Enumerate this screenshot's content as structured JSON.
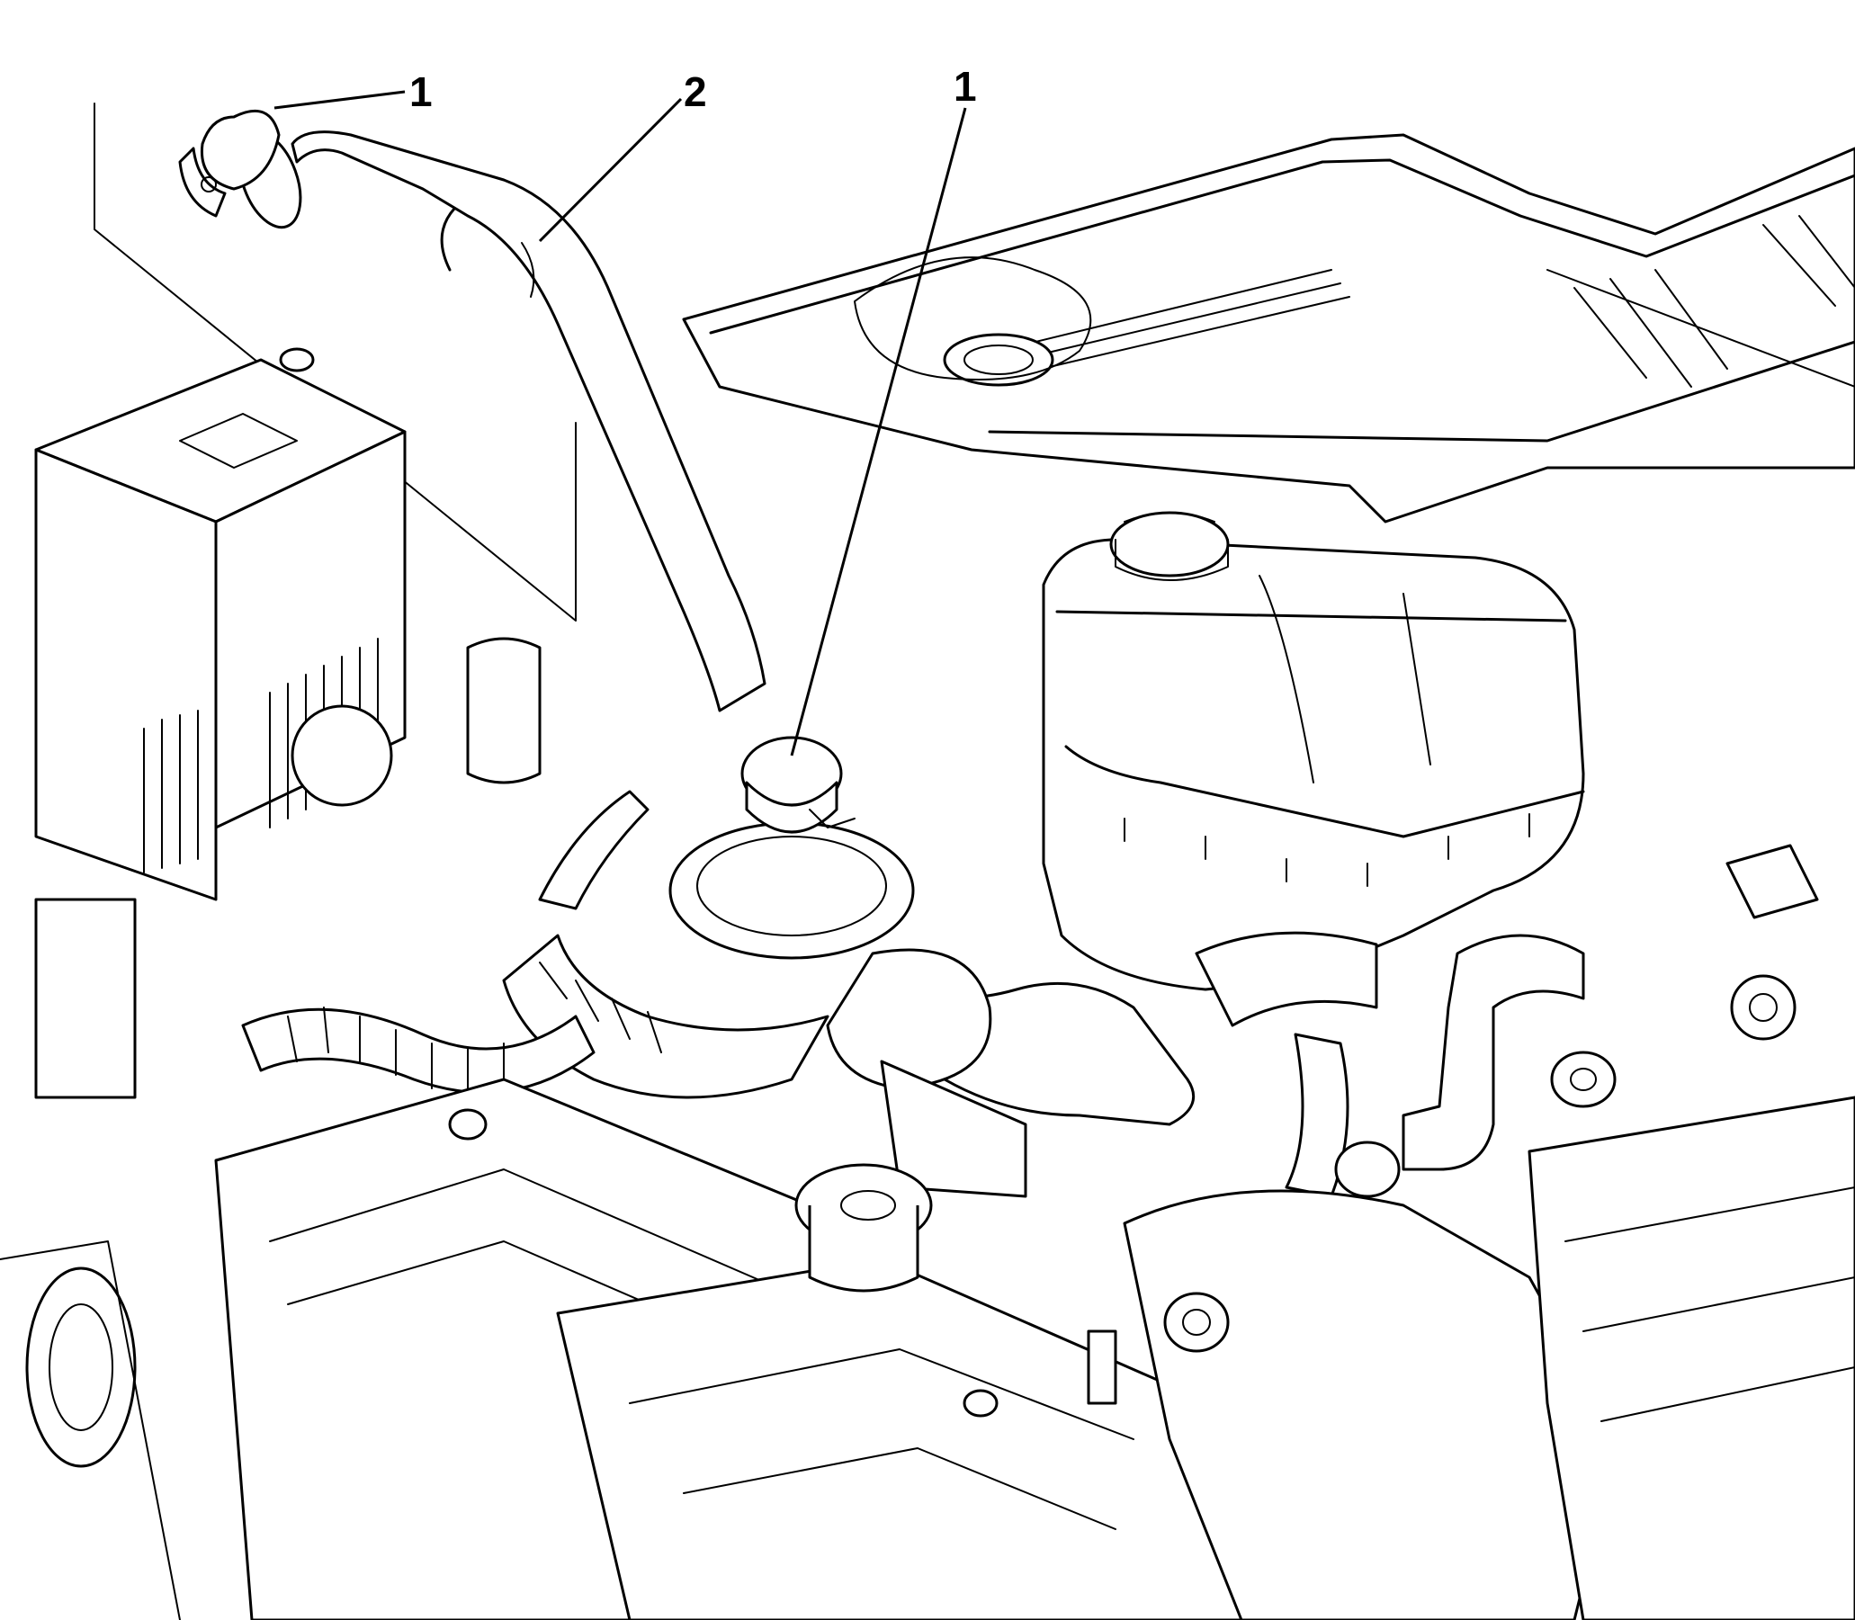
{
  "callouts": [
    {
      "label": "1"
    },
    {
      "label": "2"
    },
    {
      "label": "1"
    }
  ]
}
